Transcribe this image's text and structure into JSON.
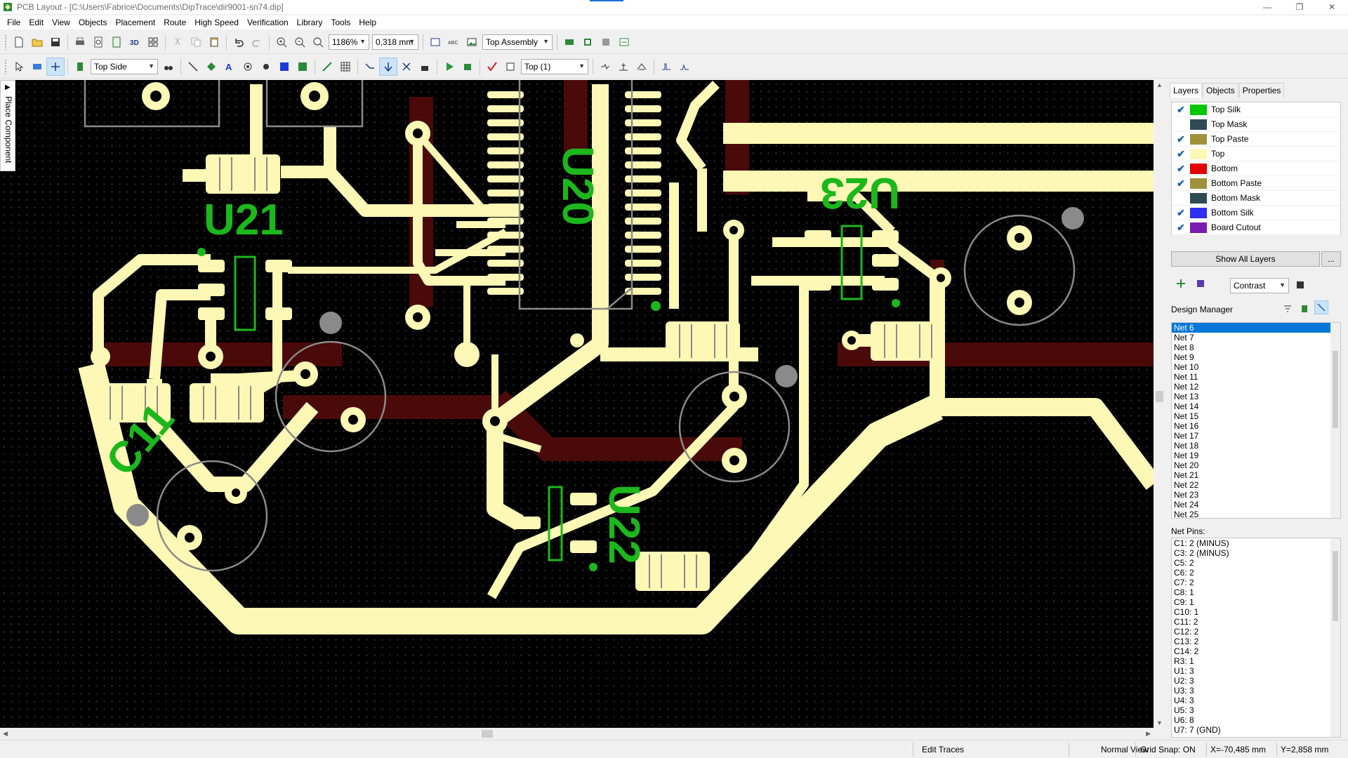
{
  "window": {
    "title": "PCB Layout - [C:\\Users\\Fabrice\\Documents\\DipTrace\\dir9001-sn74.dip]",
    "minimize": "—",
    "maximize": "❐",
    "close": "✕"
  },
  "menu": [
    "File",
    "Edit",
    "View",
    "Objects",
    "Placement",
    "Route",
    "High Speed",
    "Verification",
    "Library",
    "Tools",
    "Help"
  ],
  "toolbar1": {
    "zoom": "1186%",
    "grid": "0,318 mm",
    "view_mode": "Top Assembly"
  },
  "toolbar2": {
    "side": "Top Side",
    "layer": "Top (1)"
  },
  "left_tab": {
    "label": "Place Component"
  },
  "canvas": {
    "labels": {
      "u20": "U20",
      "u21": "U21",
      "u22": "U22",
      "u23": "U23",
      "c11": "C11"
    },
    "colors": {
      "top_copper": "#fdf8b5",
      "bottom_copper": "#4a0a0a",
      "silk": "#1cb71c",
      "outline": "#8a8a8a"
    }
  },
  "panel": {
    "tabs": [
      "Layers",
      "Objects",
      "Properties"
    ],
    "layers": [
      {
        "name": "Top Silk",
        "color": "#00c800",
        "checked": true
      },
      {
        "name": "Top Mask",
        "color": "#2d4a55",
        "checked": false
      },
      {
        "name": "Top Paste",
        "color": "#a0903c",
        "checked": true
      },
      {
        "name": "Top",
        "color": "#fdf8b5",
        "checked": true
      },
      {
        "name": "Bottom",
        "color": "#e00000",
        "checked": true
      },
      {
        "name": "Bottom Paste",
        "color": "#a0903c",
        "checked": true
      },
      {
        "name": "Bottom Mask",
        "color": "#2d4a55",
        "checked": false
      },
      {
        "name": "Bottom Silk",
        "color": "#2f2ff0",
        "checked": true
      },
      {
        "name": "Board Cutout",
        "color": "#7a1ab0",
        "checked": true
      }
    ],
    "show_all": "Show All Layers",
    "more": "...",
    "contrast": "Contrast",
    "design_manager": "Design Manager",
    "nets": [
      "Net 6",
      "Net 7",
      "Net 8",
      "Net 9",
      "Net 10",
      "Net 11",
      "Net 12",
      "Net 13",
      "Net 14",
      "Net 15",
      "Net 16",
      "Net 17",
      "Net 18",
      "Net 19",
      "Net 20",
      "Net 21",
      "Net 22",
      "Net 23",
      "Net 24",
      "Net 25"
    ],
    "selected_net": "Net 6",
    "net_pins_title": "Net Pins:",
    "net_pins": [
      "C1: 2 (MINUS)",
      "C3: 2 (MINUS)",
      "C5: 2",
      "C6: 2",
      "C7: 2",
      "C8: 1",
      "C9: 1",
      "C10: 1",
      "C11: 2",
      "C12: 2",
      "C13: 2",
      "C14: 2",
      "R3: 1",
      "U1: 3",
      "U2: 3",
      "U3: 3",
      "U4: 3",
      "U5: 3",
      "U6: 8",
      "U7: 7 (GND)"
    ]
  },
  "status": {
    "mode": "Edit Traces",
    "view": "Normal View",
    "grid_snap": "Grid Snap: ON",
    "x": "X=-70,485 mm",
    "y": "Y=2,858 mm"
  }
}
